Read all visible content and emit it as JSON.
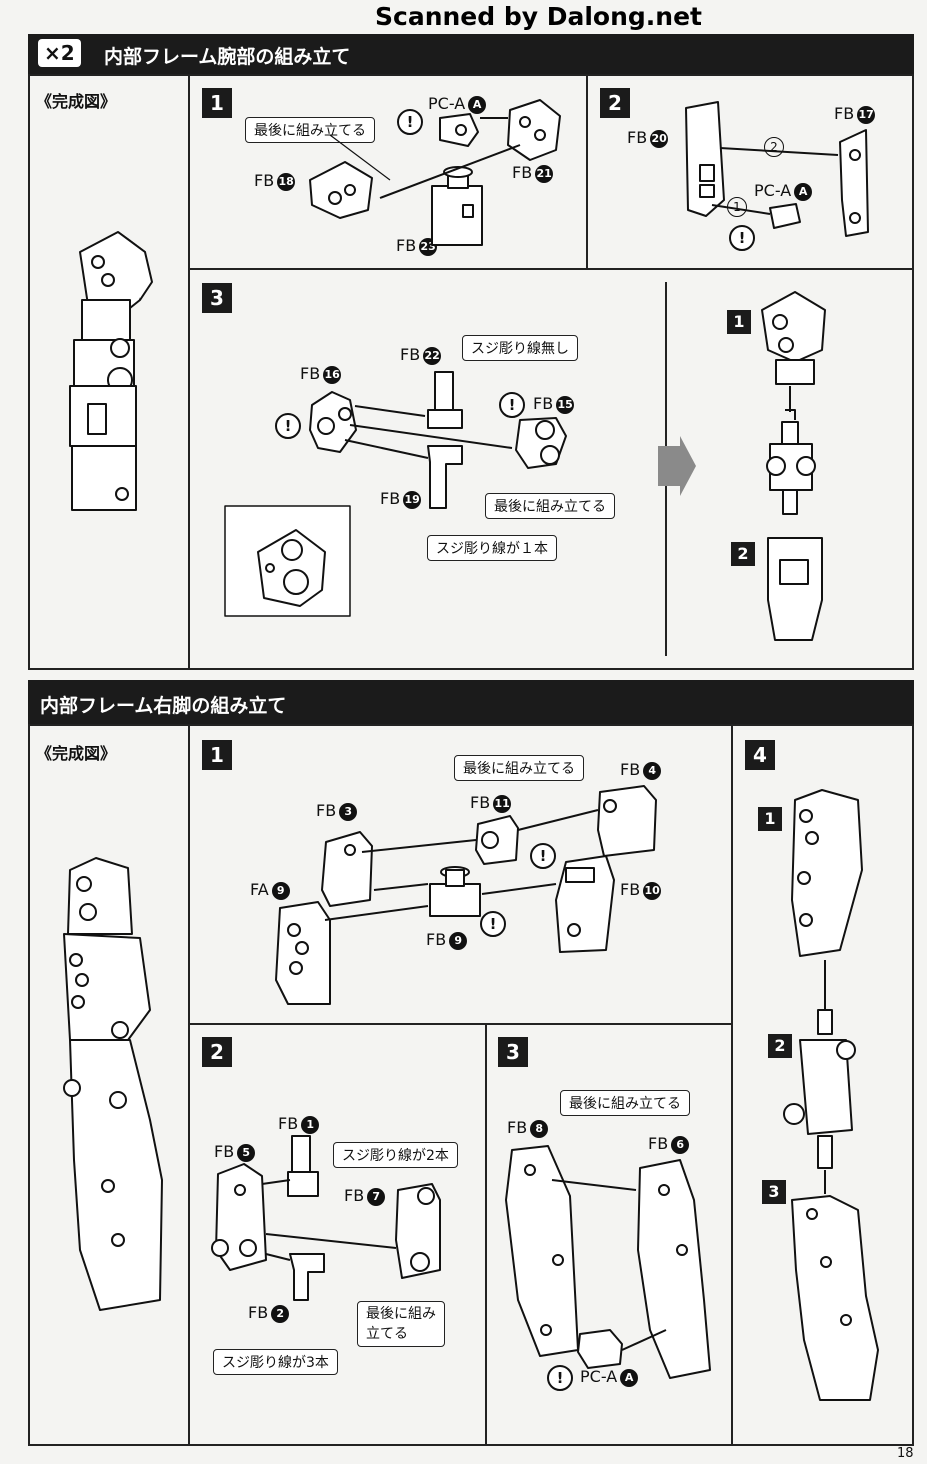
{
  "watermark": "Scanned by Dalong.net",
  "page_number": "18",
  "arm": {
    "multiplier": "×2",
    "title": "内部フレーム腕部の組み立て",
    "completed_label": "《完成図》",
    "step1": {
      "num": "1",
      "pc_a": "PC-A",
      "pc_a_letter": "A",
      "note": "最後に組み立てる",
      "fb18": "FB",
      "fb18_num": "18",
      "fb21": "FB",
      "fb21_num": "21",
      "fb23": "FB",
      "fb23_num": "23"
    },
    "step2": {
      "num": "2",
      "fb20": "FB",
      "fb20_num": "20",
      "fb17": "FB",
      "fb17_num": "17",
      "pc_a": "PC-A",
      "pc_a_letter": "A",
      "order1": "1",
      "order2": "2"
    },
    "step3": {
      "num": "3",
      "fb16": "FB",
      "fb16_num": "16",
      "fb22": "FB",
      "fb22_num": "22",
      "fb15": "FB",
      "fb15_num": "15",
      "fb19": "FB",
      "fb19_num": "19",
      "note_no_line": "スジ彫り線無し",
      "note_last": "最後に組み立てる",
      "note_one_line": "スジ彫り線が１本",
      "sub1": "1",
      "sub2": "2"
    }
  },
  "leg": {
    "title": "内部フレーム右脚の組み立て",
    "completed_label": "《完成図》",
    "step1": {
      "num": "1",
      "note": "最後に組み立てる",
      "fb4": "FB",
      "fb4_num": "4",
      "fb3": "FB",
      "fb3_num": "3",
      "fb11": "FB",
      "fb11_num": "11",
      "fa9": "FA",
      "fa9_num": "9",
      "fb10": "FB",
      "fb10_num": "10",
      "fb9": "FB",
      "fb9_num": "9"
    },
    "step2": {
      "num": "2",
      "fb1": "FB",
      "fb1_num": "1",
      "fb5": "FB",
      "fb5_num": "5",
      "fb7": "FB",
      "fb7_num": "7",
      "fb2": "FB",
      "fb2_num": "2",
      "note_two_lines": "スジ彫り線が2本",
      "note_last_a": "最後に組み",
      "note_last_b": "立てる",
      "note_three_lines": "スジ彫り線が3本"
    },
    "step3": {
      "num": "3",
      "note": "最後に組み立てる",
      "fb8": "FB",
      "fb8_num": "8",
      "fb6": "FB",
      "fb6_num": "6",
      "pc_a": "PC-A",
      "pc_a_letter": "A"
    },
    "step4": {
      "num": "4",
      "sub1": "1",
      "sub2": "2",
      "sub3": "3"
    }
  },
  "warning_mark": "!"
}
